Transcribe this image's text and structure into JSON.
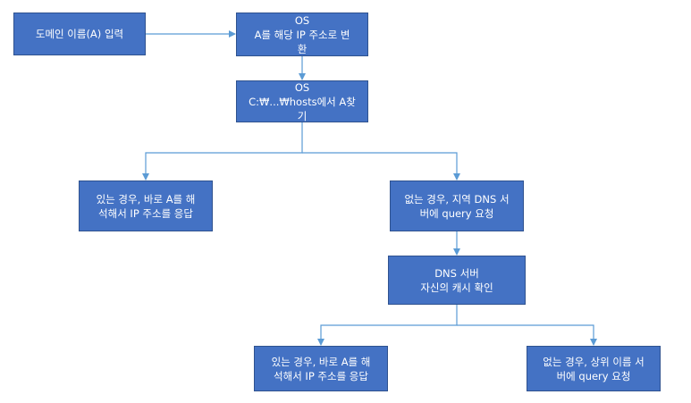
{
  "nodes": {
    "domain_input": {
      "lines": [
        "도메인 이름(A) 입력"
      ]
    },
    "os_convert": {
      "lines": [
        "OS",
        "A를 해당 IP 주소로 변",
        "환"
      ]
    },
    "os_hosts": {
      "lines": [
        "OS",
        "C:₩...₩hosts에서 A찾",
        "기"
      ]
    },
    "found_left": {
      "lines": [
        "있는 경우, 바로 A를 해",
        "석해서 IP 주소를 응답"
      ]
    },
    "notfound_local_dns": {
      "lines": [
        "없는 경우, 지역 DNS 서",
        "버에 query 요청"
      ]
    },
    "dns_server_cache": {
      "lines": [
        "DNS 서버",
        "자신의 캐시 확인"
      ]
    },
    "found_cache": {
      "lines": [
        "있는 경우, 바로 A를 해",
        "석해서 IP 주소를 응답"
      ]
    },
    "notfound_upper_dns": {
      "lines": [
        "없는 경우, 상위 이름 서",
        "버에 query 요청"
      ]
    }
  },
  "colors": {
    "node_fill": "#4472c4",
    "node_border": "#2f528f",
    "connector": "#5b9bd5",
    "text": "#ffffff"
  }
}
